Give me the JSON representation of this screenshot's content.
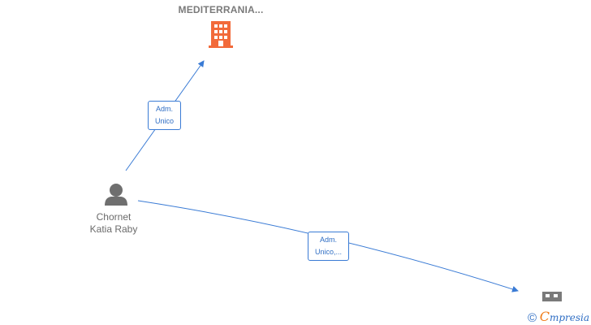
{
  "nodes": {
    "company_top": {
      "label": "MEDITERRANIA..."
    },
    "person": {
      "line1": "Chornet",
      "line2": "Katia Raby"
    }
  },
  "edges": {
    "to_company_top": {
      "line1": "Adm.",
      "line2": "Unico"
    },
    "to_company_bottom": {
      "line1": "Adm.",
      "line2": "Unico,..."
    }
  },
  "watermark": {
    "copyright": "©",
    "brand_initial": "C",
    "brand_rest": "mpresia"
  },
  "colors": {
    "edge": "#3a7bd5",
    "company_active": "#f26a3a",
    "company_inactive": "#7a7a7a",
    "person": "#6f6f6f"
  }
}
